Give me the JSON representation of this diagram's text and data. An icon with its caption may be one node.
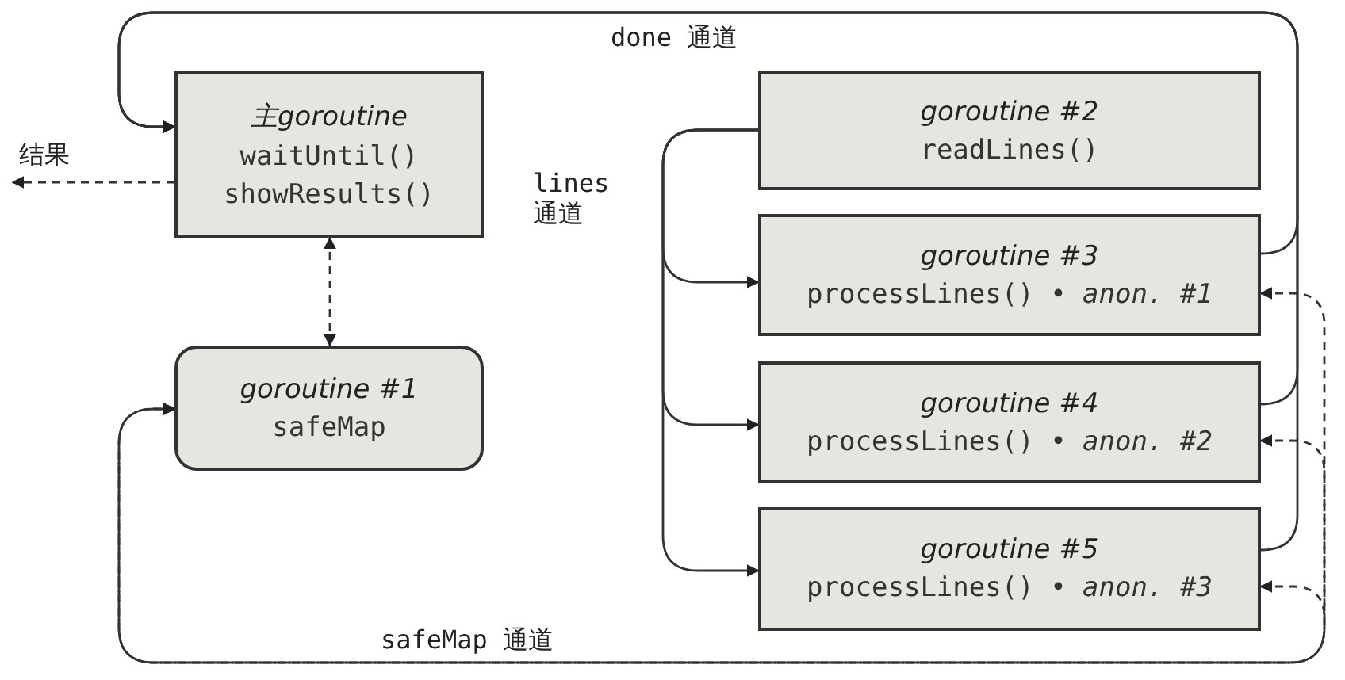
{
  "diagram": {
    "nodes": [
      {
        "text": [
          "主goroutine",
          "waitUntil()",
          "showResults()"
        ]
      },
      {
        "text": [
          "goroutine #1",
          "safeMap"
        ]
      },
      {
        "text": [
          "goroutine #2",
          "readLines()"
        ]
      },
      {
        "text": [
          "goroutine #3",
          "processLines() • *anon. #1*"
        ]
      },
      {
        "text": [
          "goroutine #4",
          "processLines() • *anon. #2*"
        ]
      },
      {
        "text": [
          "goroutine #5",
          "processLines() • *anon. #3*"
        ]
      }
    ],
    "edges": [
      {
        "from": 3,
        "to": 0,
        "arrow": "to",
        "label": "done 通道"
      },
      {
        "from": 4,
        "to": 0,
        "arrow": "to"
      },
      {
        "from": 5,
        "to": 0,
        "arrow": "to"
      },
      {
        "from": 2,
        "to": 3,
        "arrow": "to",
        "label": "lines 通道"
      },
      {
        "from": 2,
        "to": 4,
        "arrow": "to"
      },
      {
        "from": 2,
        "to": 5,
        "arrow": "to"
      },
      {
        "from": 0,
        "to": 1,
        "arrow": "both",
        "style": "dashed"
      },
      {
        "from": 1,
        "to": 3,
        "arrow": "both",
        "style": "dashed",
        "label": "safeMap 通道"
      },
      {
        "from": 1,
        "to": 4,
        "arrow": "both",
        "style": "dashed"
      },
      {
        "from": 1,
        "to": 5,
        "arrow": "both",
        "style": "dashed"
      },
      {
        "from": 0,
        "to": null,
        "arrow": "to",
        "style": "dashed",
        "label": "结果"
      }
    ]
  }
}
